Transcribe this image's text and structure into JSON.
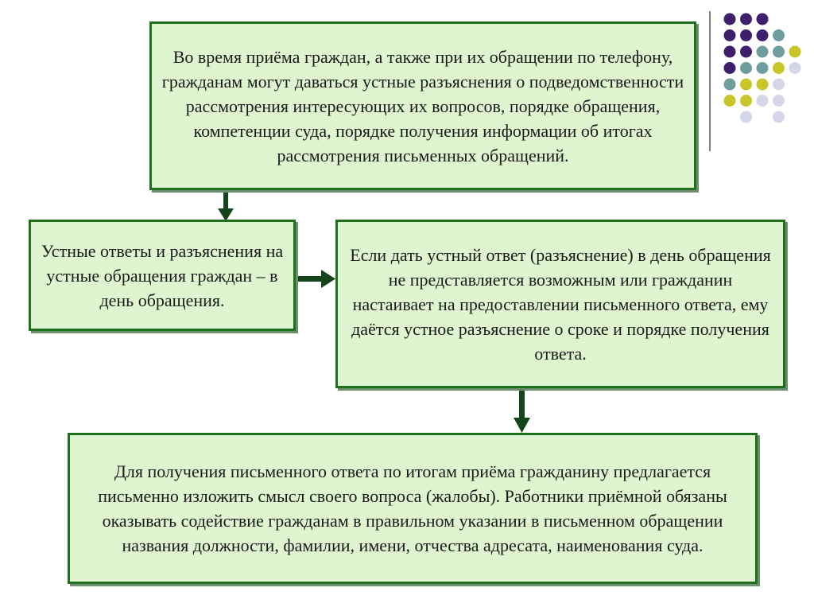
{
  "boxes": {
    "top": "Во время приёма граждан, а также при их обращении по телефону, гражданам могут даваться устные разъяснения о подведомственности рассмотрения интересующих их вопросов, порядке обращения, компетенции суда, порядке получения информации об итогах рассмотрения письменных обращений.",
    "left": "Устные ответы и разъяснения на устные обращения граждан – в день обращения.",
    "right": "Если дать устный ответ (разъяснение) в день обращения не представляется возможным или гражданин настаивает на предоставлении письменного ответа, ему даётся устное разъяснение о сроке и порядке получения ответа.",
    "bottom": "Для получения письменного ответа по итогам приёма гражданину предлагается письменно изложить смысл своего вопроса (жалобы). Работники приёмной обязаны оказывать содействие гражданам в правильном  указании в письменном обращении названия должности, фамилии, имени, отчества адресата, наименования суда."
  },
  "colors": {
    "box_fill": "#dff5cf",
    "box_border": "#1f6f1f",
    "arrow": "#14441a",
    "dot_purple": "#3e1f6b",
    "dot_teal": "#6f9c9c",
    "dot_olive": "#c8c628",
    "dot_lavender": "#d6d6ea"
  },
  "decoration": {
    "dot_grid": [
      [
        "purple",
        "purple",
        "purple",
        "",
        ""
      ],
      [
        "purple",
        "purple",
        "purple",
        "teal",
        ""
      ],
      [
        "purple",
        "purple",
        "teal",
        "teal",
        "olive"
      ],
      [
        "purple",
        "teal",
        "teal",
        "olive",
        "lavender"
      ],
      [
        "teal",
        "olive",
        "olive",
        "lavender",
        ""
      ],
      [
        "olive",
        "olive",
        "lavender",
        "lavender",
        ""
      ],
      [
        "",
        "lavender",
        "",
        "lavender",
        ""
      ]
    ]
  }
}
